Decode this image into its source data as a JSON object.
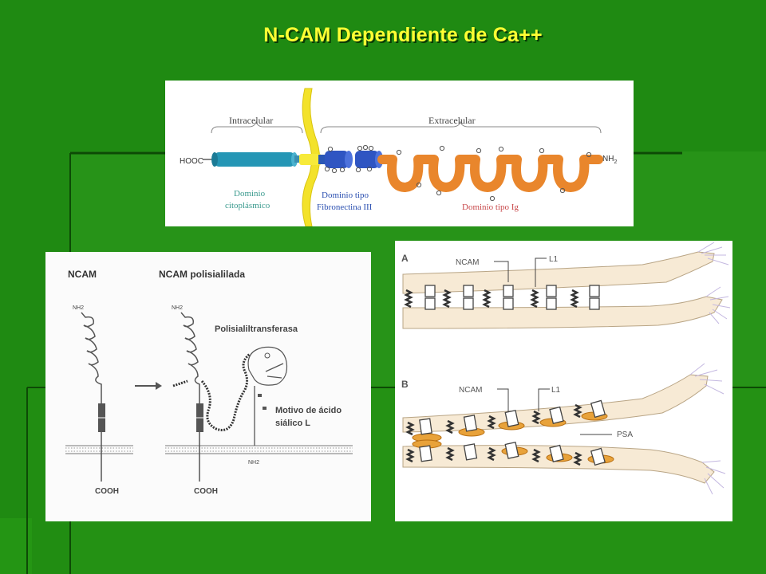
{
  "slide": {
    "title": "N-CAM  Dependiente de Ca++",
    "colors": {
      "background": "#1f8a12",
      "title": "#ffff33"
    }
  },
  "top_figure": {
    "label_intracelular": "Intracelular",
    "label_extracelular": "Extracelular",
    "label_hooc": "HOOC",
    "label_nh2": "NH",
    "label_nh2_sub": "2",
    "domain_cyto_line1": "Dominio",
    "domain_cyto_line2": "citoplásmico",
    "domain_fn_line1": "Dominio tipo",
    "domain_fn_line2": "Fibronectina III",
    "domain_ig": "Dominio tipo Ig"
  },
  "left_figure": {
    "label_ncam": "NCAM",
    "label_ncam_polisialilada": "NCAM polisialilada",
    "label_polisialiltransferasa": "Polisialiltransferasa",
    "label_motivo_line1": "Motivo de ácido",
    "label_motivo_line2": "siálico L",
    "label_nh2_a": "NH2",
    "label_nh2_b": "NH2",
    "label_nh2_c": "NH2",
    "label_cooh_a": "COOH",
    "label_cooh_b": "COOH"
  },
  "right_figure": {
    "label_a": "A",
    "label_b": "B",
    "label_ncam_a": "NCAM",
    "label_l1_a": "L1",
    "label_ncam_b": "NCAM",
    "label_l1_b": "L1",
    "label_psa": "PSA"
  }
}
